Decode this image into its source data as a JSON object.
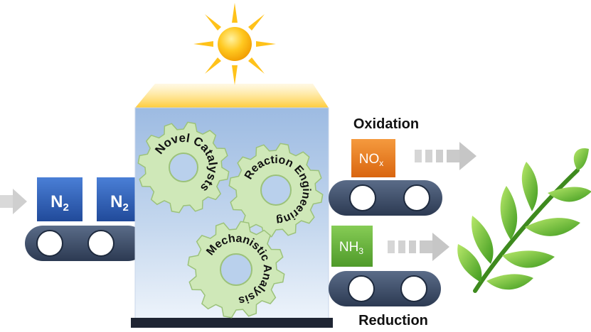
{
  "labels": {
    "oxidation": "Oxidation",
    "reduction": "Reduction"
  },
  "boxes": {
    "n2_left": {
      "main": "N",
      "sub": "2"
    },
    "n2_right": {
      "main": "N",
      "sub": "2"
    },
    "nox": {
      "main": "NO",
      "sub": "x"
    },
    "nh3": {
      "main": "NH",
      "sub": "3"
    }
  },
  "gears": {
    "novel_catalysts": "Novel Catalysts",
    "reaction_engineering": "Reaction Engineering",
    "mechanistic_analysis": "Mechanistic Analysis"
  },
  "icons": {
    "sun": "sun-icon",
    "plant": "plant-sprig-icon",
    "arrow": "dashed-arrow-icon",
    "gear": "gear-icon"
  },
  "colors": {
    "n2_blue": "#2f62b8",
    "nox_orange": "#ea7a1d",
    "nh3_green": "#6ab63e",
    "belt_navy": "#3a4b66",
    "gear_green": "#cfe8b8",
    "reactor_top": "#9fbbe0",
    "sun_yellow": "#ffc21a"
  }
}
